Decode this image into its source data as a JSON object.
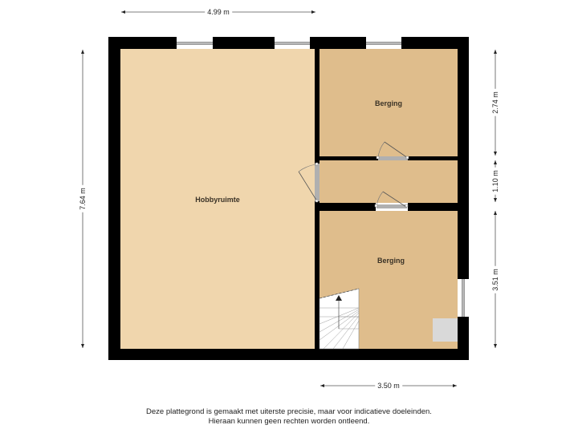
{
  "floorplan": {
    "rooms": [
      {
        "name": "Hobbyruimte"
      },
      {
        "name": "Berging"
      },
      {
        "name": "Berging"
      }
    ],
    "dimensions": {
      "top_width": "4.99 m",
      "left_height": "7.64 m",
      "right_top": "2.74 m",
      "right_middle": "1.10 m",
      "right_bottom": "3.51 m",
      "bottom_width": "3.50 m"
    },
    "colors": {
      "wall": "#000000",
      "hobbyruimte_fill": "#f0d6ad",
      "berging_fill": "#dfbd8c",
      "window": "#b8b8b8",
      "stairs": "#ffffff",
      "appliance": "#d9d9d9"
    }
  },
  "footer": {
    "line1": "Deze plattegrond is gemaakt met uiterste precisie, maar voor indicatieve doeleinden.",
    "line2": "Hieraan kunnen geen rechten worden ontleend."
  }
}
